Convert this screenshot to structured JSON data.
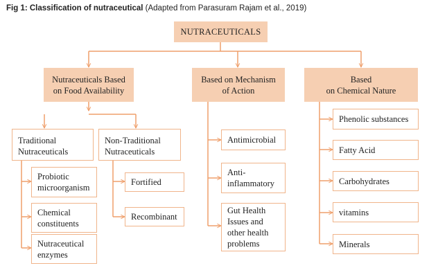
{
  "caption": {
    "label": "Fig 1: Classification of nutraceutical",
    "source": " (Adapted from Parasuram Rajam et al., 2019)"
  },
  "colors": {
    "box_fill": "#f6cfb2",
    "box_border": "#f0b48a",
    "connector": "#ef9f6b"
  },
  "root": "NUTRACEUTICALS",
  "categories": {
    "food_availability": "Nutraceuticals Based\non Food Availability",
    "mechanism": "Based on Mechanism\nof Action",
    "chemical": "Based\non Chemical Nature"
  },
  "food_availability": {
    "traditional": {
      "label": "Traditional\nNutraceuticals",
      "items": [
        "Probiotic\nmicroorganism",
        "Chemical\nconstituents",
        "Nutraceutical\nenzymes"
      ]
    },
    "non_traditional": {
      "label": "Non-Traditional\nNutraceuticals",
      "items": [
        "Fortified",
        "Recombinant"
      ]
    }
  },
  "mechanism_items": [
    "Antimicrobial",
    "Anti-\ninflammatory",
    "Gut Health\nIssues and\nother health\nproblems"
  ],
  "chemical_items": [
    "Phenolic substances",
    "Fatty Acid",
    "Carbohydrates",
    "vitamins",
    "Minerals"
  ]
}
